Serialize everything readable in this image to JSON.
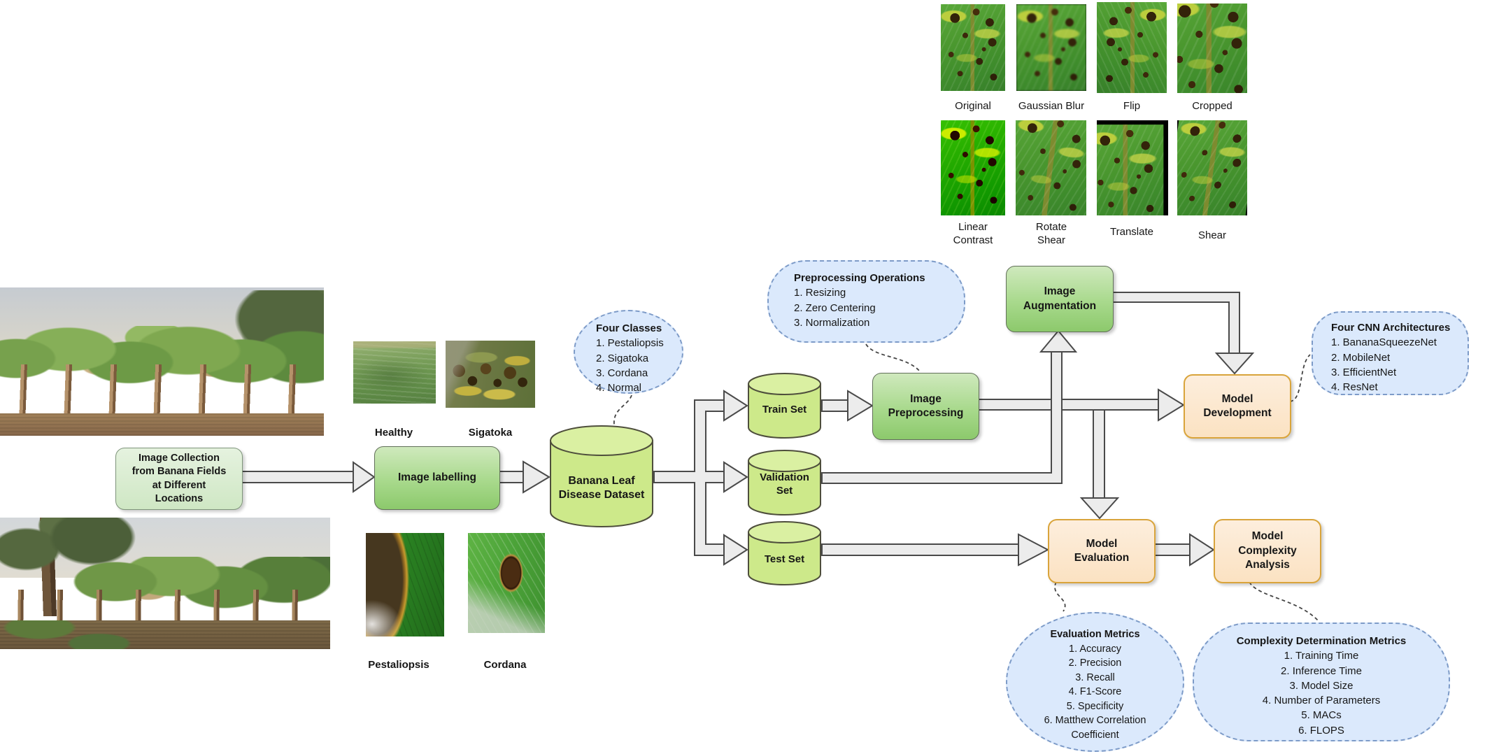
{
  "palette": {
    "node_green": "#8cc96c",
    "node_green_light": "#cfe7c4",
    "cylinder_green": "#cde98a",
    "node_orange_fill": "#fbe2c2",
    "node_orange_border": "#d9a43b",
    "callout_fill": "#dbe9fc",
    "callout_border": "#7d9bc8",
    "arrow_fill": "#ececec",
    "arrow_stroke": "#4a4a4a"
  },
  "aug": {
    "row1_labels": [
      "Original",
      "Gaussian Blur",
      "Flip",
      "Cropped"
    ],
    "row2_labels": [
      "Linear\nContrast",
      "Rotate\nShear",
      "Translate",
      "Shear"
    ]
  },
  "samples": {
    "healthy": "Healthy",
    "sigatoka": "Sigatoka",
    "pestaliopsis": "Pestaliopsis",
    "cordana": "Cordana"
  },
  "nodes": {
    "image_collection": "Image Collection\nfrom Banana Fields\nat Different\nLocations",
    "image_labelling": "Image labelling",
    "dataset": "Banana Leaf\nDisease Dataset",
    "train_set": "Train Set",
    "validation_set": "Validation\nSet",
    "test_set": "Test Set",
    "image_preprocessing": "Image\nPreprocessing",
    "image_augmentation": "Image\nAugmentation",
    "model_development": "Model\nDevelopment",
    "model_evaluation": "Model\nEvaluation",
    "model_complexity": "Model\nComplexity\nAnalysis"
  },
  "callouts": {
    "four_classes": {
      "title": "Four Classes",
      "items": [
        "1. Pestaliopsis",
        "2. Sigatoka",
        "3. Cordana",
        "4. Normal"
      ]
    },
    "preprocessing_ops": {
      "title": "Preprocessing Operations",
      "items": [
        "1. Resizing",
        "2. Zero Centering",
        "3. Normalization"
      ]
    },
    "four_cnn": {
      "title": "Four CNN Architectures",
      "items": [
        "1. BananaSqueezeNet",
        "2. MobileNet",
        "3. EfficientNet",
        "4. ResNet"
      ]
    },
    "evaluation_metrics": {
      "title": "Evaluation Metrics",
      "items": [
        "1. Accuracy",
        "2. Precision",
        "3. Recall",
        "4. F1-Score",
        "5. Specificity",
        "6. Matthew Correlation\nCoefficient"
      ]
    },
    "complexity_metrics": {
      "title": "Complexity Determination Metrics",
      "items": [
        "1. Training Time",
        "2. Inference Time",
        "3. Model Size",
        "4. Number of Parameters",
        "5. MACs",
        "6. FLOPS"
      ]
    }
  }
}
